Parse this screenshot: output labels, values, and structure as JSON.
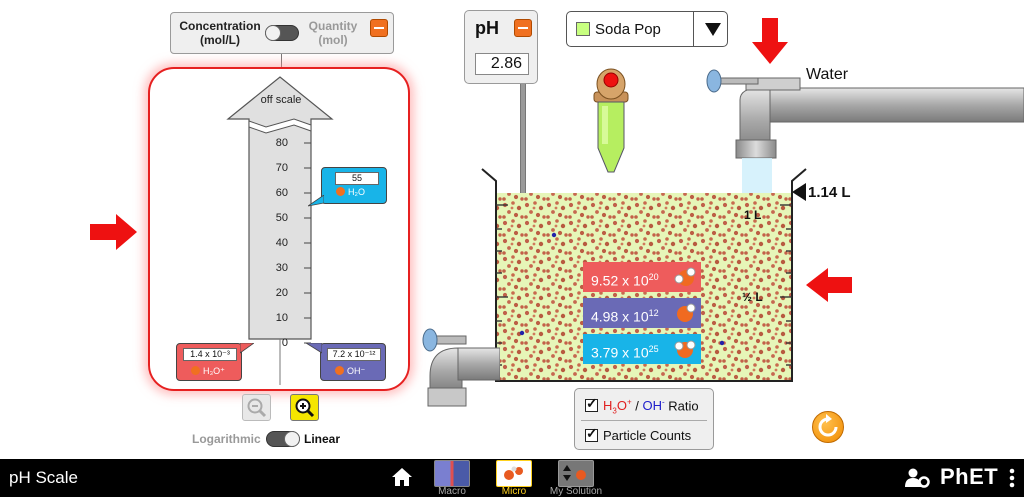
{
  "graph": {
    "toggle_left": "Concentration\n(mol/L)",
    "toggle_right": "Quantity\n(mol)",
    "off_scale": "off scale",
    "ticks": [
      "80",
      "70",
      "60",
      "50",
      "40",
      "30",
      "20",
      "10",
      "0"
    ],
    "h2o_value": "55",
    "h2o_label": "H₂O",
    "h3o_value": "1.4 x 10⁻³",
    "h3o_label": "H₃O⁺",
    "oh_value": "7.2 x 10⁻¹²",
    "oh_label": "OH⁻",
    "scale_left": "Logarithmic",
    "scale_right": "Linear"
  },
  "ph_meter": {
    "title": "pH",
    "value": "2.86"
  },
  "solute": {
    "selected": "Soda Pop",
    "swatch_color": "#c8ff80"
  },
  "faucet": {
    "water_label": "Water"
  },
  "beaker": {
    "volume": "1.14 L",
    "mark_1": "1 L",
    "mark_half": "½ L"
  },
  "particles": {
    "h3o_mantissa": "9.52 x 10",
    "h3o_exp": "20",
    "oh_mantissa": "4.98 x 10",
    "oh_exp": "12",
    "h2o_mantissa": "3.79 x 10",
    "h2o_exp": "25",
    "h3o_color": "#ee5c5c",
    "oh_color": "#6a6ab6",
    "h2o_color": "#18b4e8"
  },
  "checks": {
    "ratio_h3o": "H",
    "ratio_h3o_sub": "3",
    "ratio_h3o_sup": "O",
    "ratio_plus": "+",
    "ratio_sep": " / ",
    "ratio_oh": "OH",
    "ratio_minus": "-",
    "ratio_word": " Ratio",
    "counts_label": "Particle Counts"
  },
  "nav": {
    "title": "pH Scale",
    "screens": [
      {
        "label": "Macro"
      },
      {
        "label": "Micro"
      },
      {
        "label": "My Solution"
      }
    ],
    "logo": "PhET"
  }
}
